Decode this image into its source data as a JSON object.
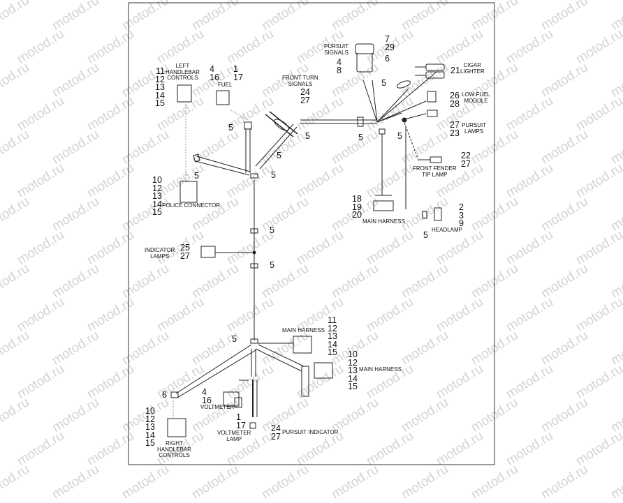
{
  "watermark": "motod.ru",
  "labels": {
    "pursuit_signals": "PURSUIT\nSIGNALS",
    "left_handlebar": "LEFT\nHANDLEBAR\nCONTROLS",
    "fuel": "FUEL",
    "front_turn": "FRONT TURN\nSIGNALS",
    "cigar_lighter": "CIGAR\nLIGHTER",
    "low_fuel": "LOW FUEL\nMODULE",
    "pursuit_lamps": "PURSUIT\nLAMPS",
    "front_fender": "FRONT FENDER\nTIP LAMP",
    "police_connector": "POLICE CONNECTOR",
    "main_harness_top": "MAIN HARNESS",
    "headlamp": "HEADLAMP",
    "indicator_lamps": "INDICATOR\nLAMPS",
    "main_harness_1": "MAIN HARNESS",
    "main_harness_2": "MAIN HARNESS",
    "voltmeter": "VOLTMETER",
    "voltmeter_lamp": "VOLTMETER\nLAMP",
    "pursuit_indicator": "PURSUIT INDICATOR",
    "right_handlebar": "RIGHT\nHANDLEBAR\nCONTROLS"
  },
  "callouts": {
    "pursuit_signals_a": "7\n29",
    "pursuit_signals_b": "6",
    "pursuit_signals_c": "4\n8",
    "left_handlebar": "11\n12\n13\n14\n15",
    "fuel_a": "4\n16",
    "fuel_b": "1\n17",
    "front_turn": "24\n27",
    "cigar_lighter": "21",
    "low_fuel": "26\n28",
    "pursuit_lamps": "27\n23",
    "front_fender": "22\n27",
    "police_connector": "10\n12\n13\n14\n15",
    "main_harness_top": "18\n19\n20",
    "headlamp": "2\n3\n9",
    "indicator_lamps": "25\n27",
    "main_harness_1": "11\n12\n13\n14\n15",
    "main_harness_2": "10\n12\n13\n14\n15",
    "voltmeter": "4\n16",
    "voltmeter_lamp": "1\n17",
    "pursuit_indicator": "24\n27",
    "right_handlebar": "10\n12\n13\n14\n15",
    "item_6": "6",
    "item_5": "5"
  }
}
